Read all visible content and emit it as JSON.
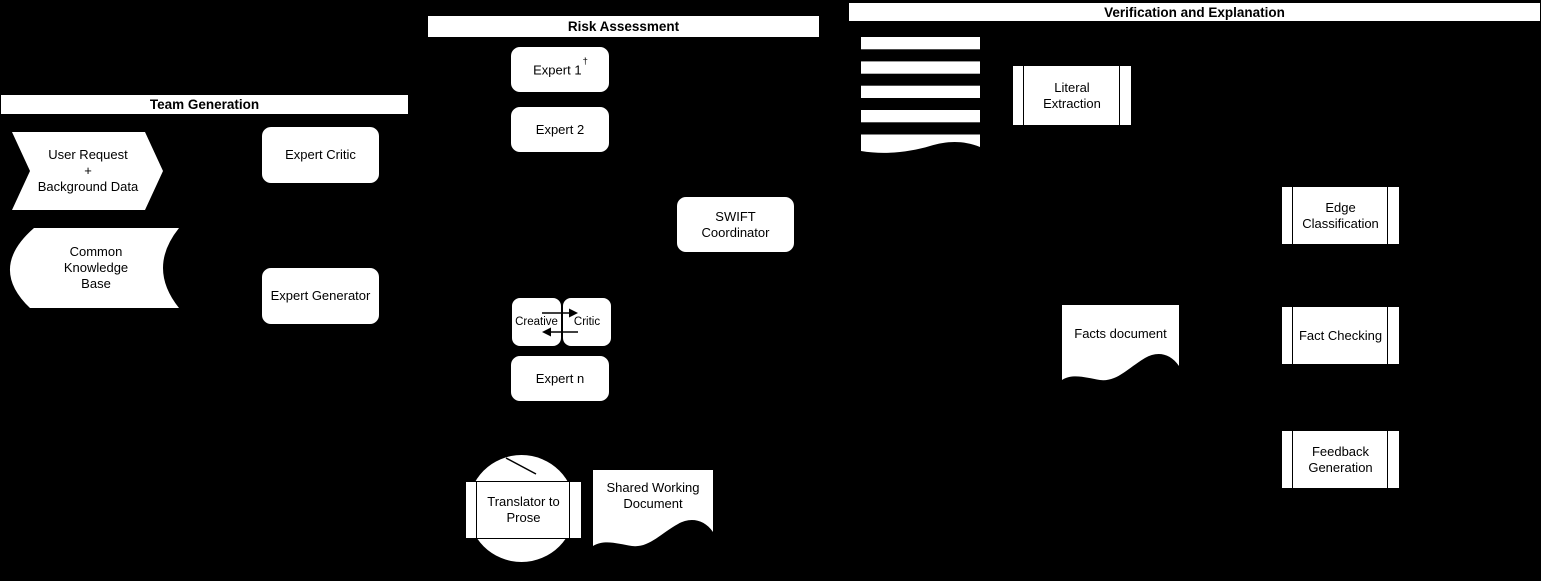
{
  "colors": {
    "background": "#000000",
    "shape_fill": "#ffffff",
    "shape_text": "#000000"
  },
  "sections": {
    "team_generation": {
      "title": "Team Generation",
      "nodes": {
        "user_request": {
          "label": "User Request\n+\nBackground Data"
        },
        "common_knowledge_base": {
          "label": "Common\nKnowledge\nBase"
        },
        "expert_critic": {
          "label": "Expert Critic"
        },
        "expert_generator": {
          "label": "Expert Generator"
        }
      }
    },
    "risk_assessment": {
      "title": "Risk Assessment",
      "nodes": {
        "expert_1": {
          "label": "Expert 1",
          "superscript": "†"
        },
        "expert_2": {
          "label": "Expert 2"
        },
        "swift_coordinator": {
          "label": "SWIFT\nCoordinator"
        },
        "creative": {
          "label": "Creative"
        },
        "critic": {
          "label": "Critic"
        },
        "expert_n": {
          "label": "Expert n"
        },
        "translator_to_prose": {
          "label": "Translator to\nProse"
        },
        "shared_working_document": {
          "label": "Shared Working\nDocument"
        }
      }
    },
    "verification": {
      "title": "Verification and Explanation",
      "nodes": {
        "literal_extraction": {
          "label": "Literal\nExtraction"
        },
        "facts_document": {
          "label": "Facts document"
        },
        "edge_classification": {
          "label": "Edge\nClassification"
        },
        "fact_checking": {
          "label": "Fact Checking"
        },
        "feedback_generation": {
          "label": "Feedback\nGeneration"
        }
      }
    }
  }
}
